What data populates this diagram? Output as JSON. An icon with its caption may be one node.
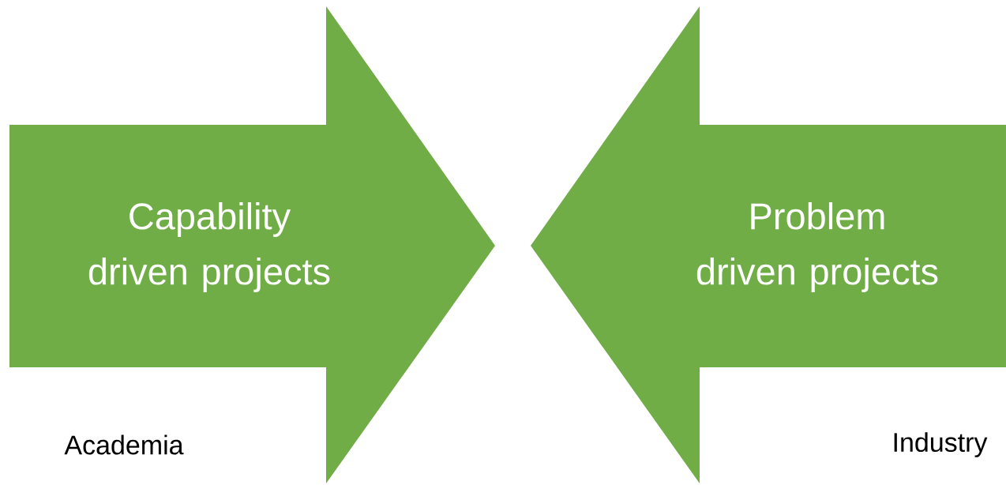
{
  "diagram": {
    "nodes": [
      {
        "text": [
          "Capability driven projects"
        ]
      },
      {
        "text": [
          "Problem driven projects"
        ]
      }
    ],
    "labels": [
      "Academia",
      "Industry"
    ]
  }
}
